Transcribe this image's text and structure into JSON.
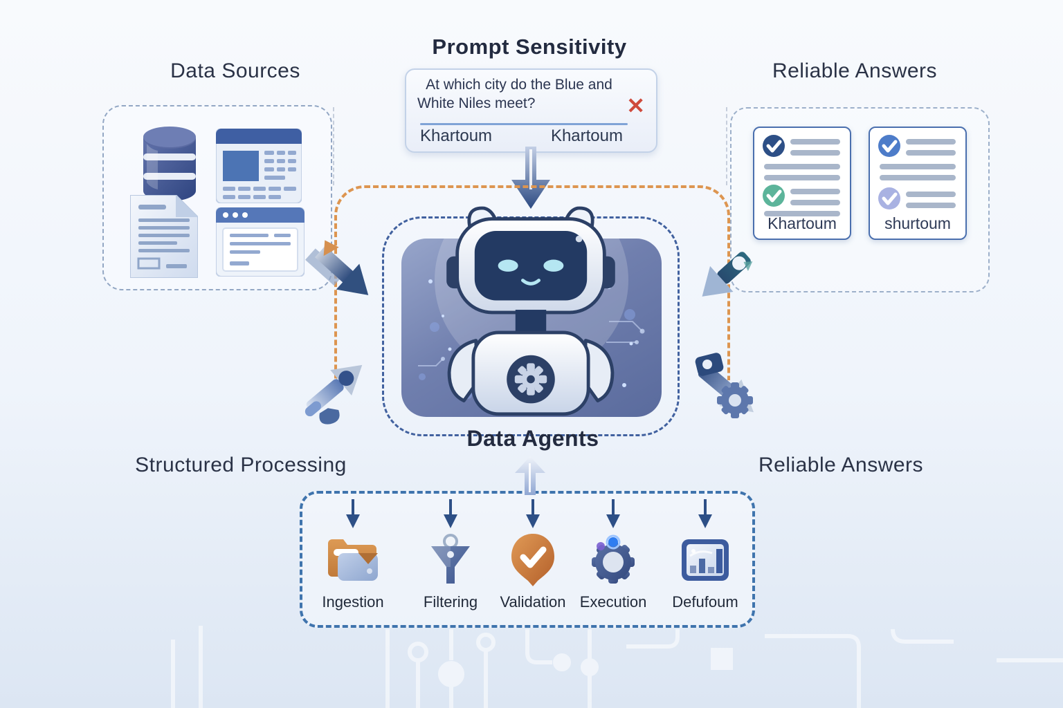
{
  "titles": {
    "data_sources": "Data Sources",
    "prompt_sensitivity": "Prompt Sensitivity",
    "reliable_answers_top": "Reliable Answers",
    "structured_processing": "Structured Processing",
    "reliable_answers_bottom": "Reliable Answers",
    "data_agents": "Data Agents"
  },
  "prompt_card": {
    "question_line1": "At which city do the Blue and",
    "question_line2": "White Niles meet?",
    "close_glyph": "✕",
    "answer_left": "Khartoum",
    "answer_right": "Khartoum"
  },
  "answer_cards": [
    {
      "label": "Khartoum",
      "check1_color": "#2d4f86",
      "check2_color": "#5cb49a"
    },
    {
      "label": "shurtoum",
      "check1_color": "#4d7cc9",
      "check2_color": "#a9b2e2"
    }
  ],
  "process_steps": [
    {
      "label": "Ingestion",
      "icon": "folder-icon"
    },
    {
      "label": "Filtering",
      "icon": "funnel-icon"
    },
    {
      "label": "Validation",
      "icon": "check-badge-icon"
    },
    {
      "label": "Execution",
      "icon": "gear-icon"
    },
    {
      "label": "Defufoum",
      "icon": "bar-chart-icon"
    }
  ],
  "data_source_icons": [
    "database-icon",
    "webpage-icon",
    "document-icon",
    "browser-window-icon"
  ],
  "decor_icons": [
    "arrow-down-icon",
    "arrow-up-icon",
    "wrench-arrow-icon",
    "pen-arrow-icon",
    "gear-arrow-icon"
  ],
  "colors": {
    "accent_orange": "#dd9550",
    "dashed_blue": "#3f74ad",
    "navy": "#2d4f86",
    "red_x": "#cf4a3c",
    "teal_green": "#5cb49a"
  }
}
